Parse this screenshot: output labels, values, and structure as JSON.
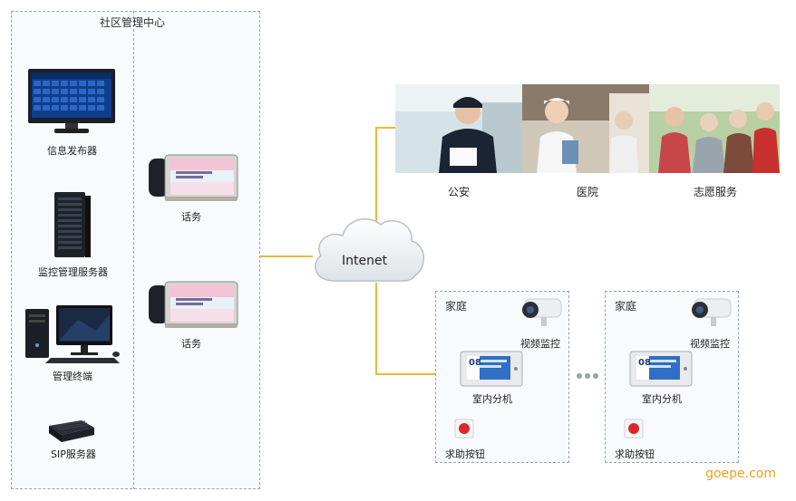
{
  "community_center": {
    "title": "社区管理中心",
    "devices": [
      {
        "id": "info",
        "label": "信息发布器"
      },
      {
        "id": "monitor-server",
        "label": "监控管理服务器"
      },
      {
        "id": "terminal",
        "label": "管理终端"
      },
      {
        "id": "sip",
        "label": "SIP服务器"
      }
    ],
    "phones": [
      {
        "label": "话务"
      },
      {
        "label": "话务"
      }
    ]
  },
  "cloud": {
    "label": "Intenet"
  },
  "services": [
    {
      "label": "公安"
    },
    {
      "label": "医院"
    },
    {
      "label": "志愿服务"
    }
  ],
  "homes": [
    {
      "title": "家庭",
      "camera_label": "视频监控",
      "intercom_label": "室内分机",
      "button_label": "求助按钮"
    },
    {
      "title": "家庭",
      "camera_label": "视频监控",
      "intercom_label": "室内分机",
      "button_label": "求助按钮"
    }
  ],
  "intercom_screen": {
    "number": "08"
  },
  "watermark": "goepe.com",
  "colors": {
    "connector": "#f2b733",
    "panel_border": "#9aa3ab",
    "panel_bg": "#f7fbfd"
  }
}
